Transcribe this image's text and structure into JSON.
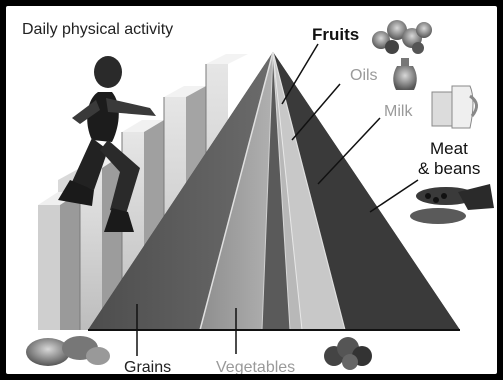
{
  "title": "Daily physical activity",
  "labels": {
    "fruits": "Fruits",
    "oils": "Oils",
    "milk": "Milk",
    "meat_line1": "Meat",
    "meat_line2": "& beans",
    "grains": "Grains",
    "vegetables": "Vegetables"
  },
  "icons": {
    "runner": "stair-climbing-person-icon",
    "fruits": "fruit-bowl-icon",
    "oils": "oil-bottle-icon",
    "milk": "milk-jug-icon",
    "meat": "meat-and-fish-icon",
    "grains": "bread-icon",
    "vegetables": "broccoli-icon"
  }
}
